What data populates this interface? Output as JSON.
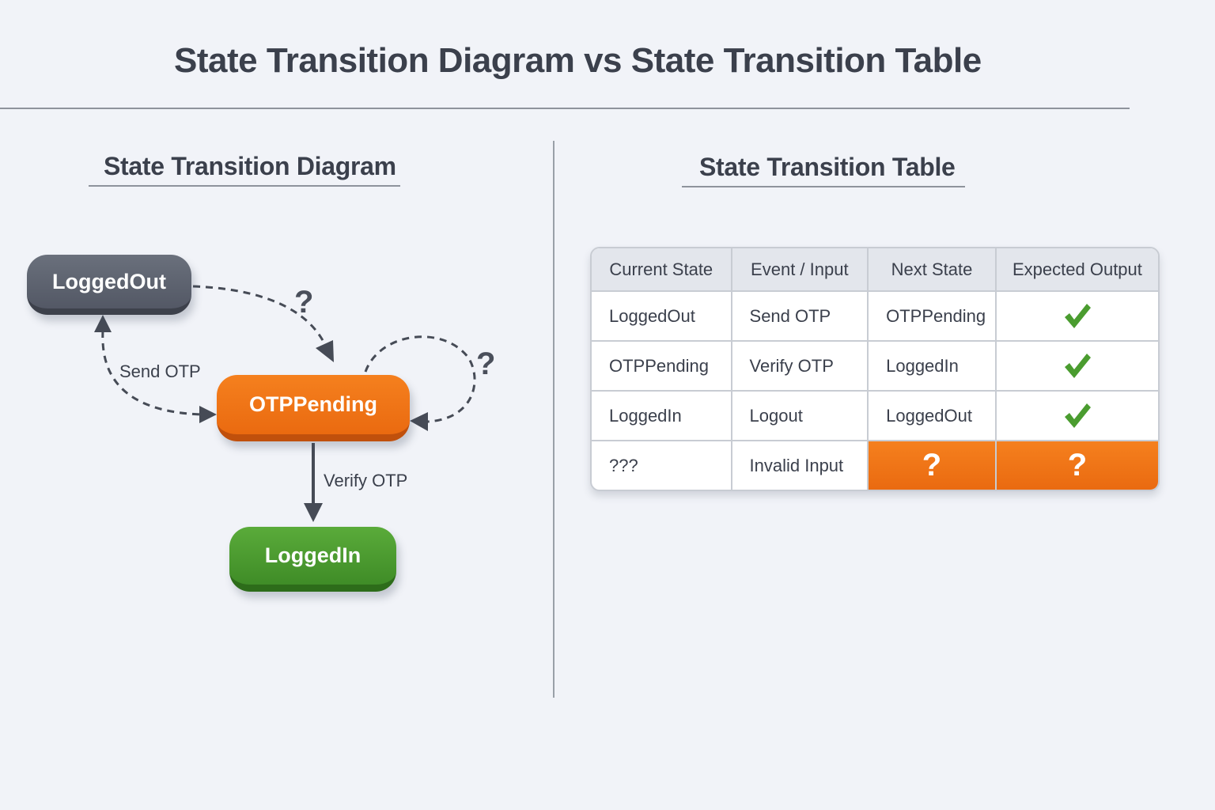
{
  "header": {
    "title": "State Transition Diagram vs State Transition Table"
  },
  "diagram": {
    "section_title": "State Transition Diagram",
    "nodes": {
      "logged_out": {
        "label": "LoggedOut",
        "color": "#5f6470"
      },
      "otp_pending": {
        "label": "OTPPending",
        "color": "#f07518"
      },
      "logged_in": {
        "label": "LoggedIn",
        "color": "#4c9c30"
      }
    },
    "edges": {
      "send_otp": {
        "label": "Send OTP",
        "from": "LoggedOut",
        "to": "OTPPending",
        "style": "dashed"
      },
      "verify_otp": {
        "label": "Verify OTP",
        "from": "OTPPending",
        "to": "LoggedIn",
        "style": "solid"
      },
      "unknown_transition": {
        "label": "?",
        "from": "LoggedOut",
        "to": "OTPPending",
        "style": "dashed"
      },
      "unknown_self_loop": {
        "label": "?",
        "from": "OTPPending",
        "to": "OTPPending",
        "style": "dashed"
      }
    }
  },
  "table": {
    "section_title": "State Transition Table",
    "columns": [
      "Current State",
      "Event / Input",
      "Next State",
      "Expected Output"
    ],
    "rows": [
      {
        "current": "LoggedOut",
        "event": "Send OTP",
        "next": "OTPPending",
        "output": "check"
      },
      {
        "current": "OTPPending",
        "event": "Verify OTP",
        "next": "LoggedIn",
        "output": "check"
      },
      {
        "current": "LoggedIn",
        "event": "Logout",
        "next": "LoggedOut",
        "output": "check"
      },
      {
        "current": "???",
        "event": "Invalid Input",
        "next": "?",
        "output": "?"
      }
    ],
    "colors": {
      "check": "#4a9c2f",
      "unknown_highlight": "#f07518"
    }
  }
}
